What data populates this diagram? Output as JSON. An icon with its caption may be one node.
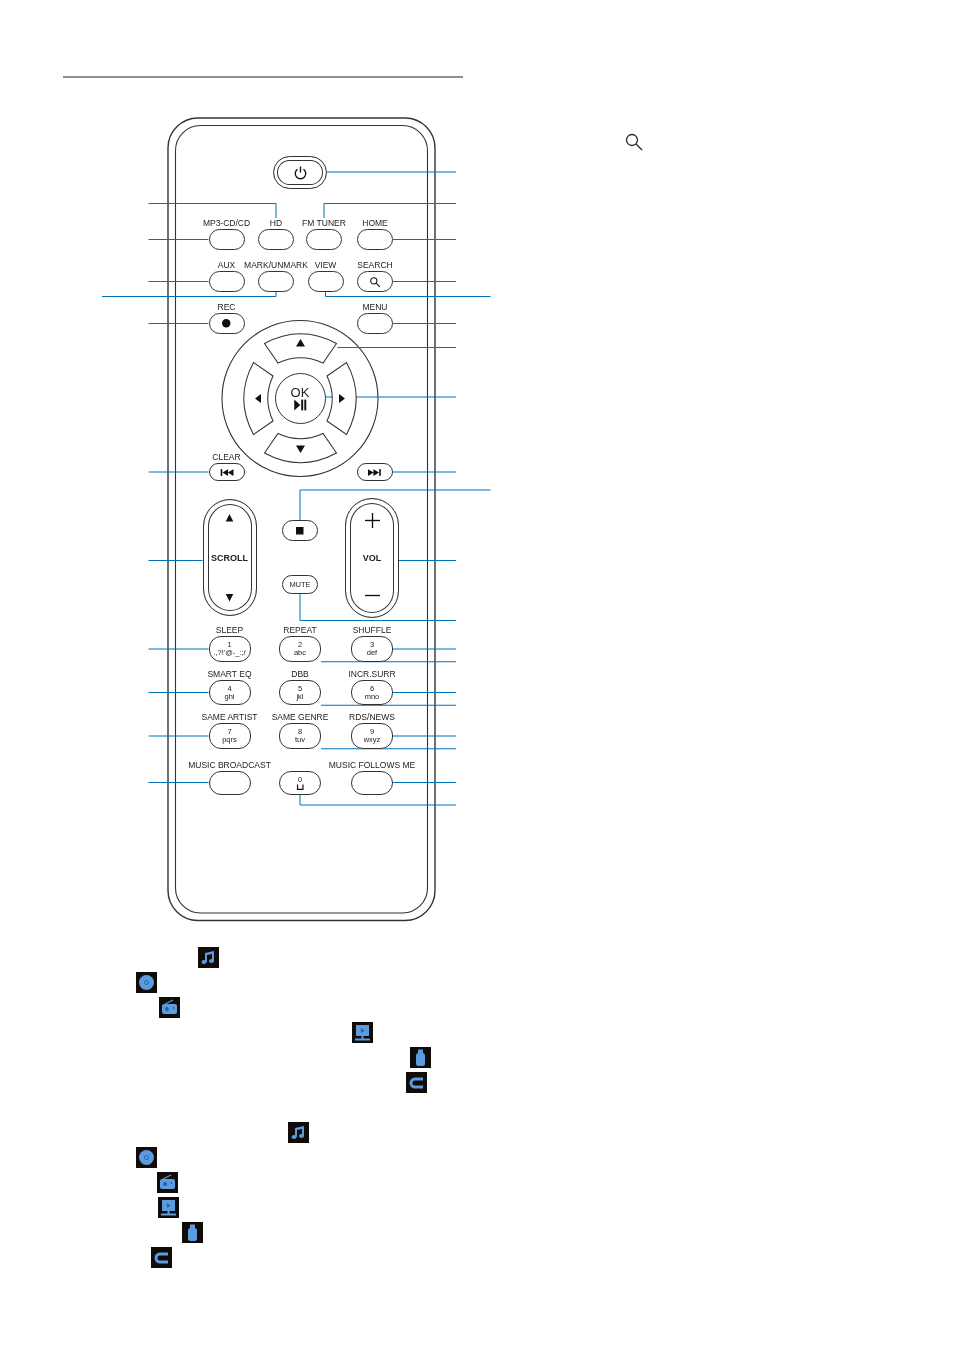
{
  "diagram": {
    "nodes": [
      {
        "text": [],
        "shape": "button"
      },
      {
        "text": [
          "MP3-CD/CD"
        ]
      },
      {
        "text": [
          "HD"
        ]
      },
      {
        "text": [
          "FM TUNER"
        ]
      },
      {
        "text": [
          "HOME"
        ]
      },
      {
        "text": [
          "AUX"
        ]
      },
      {
        "text": [
          "MARK/UNMARK"
        ]
      },
      {
        "text": [
          "VIEW"
        ]
      },
      {
        "text": [
          "SEARCH"
        ]
      },
      {
        "text": [
          "REC"
        ]
      },
      {
        "text": [
          "MENU"
        ]
      },
      {
        "text": [],
        "shape": "button"
      },
      {
        "text": [],
        "shape": "button"
      },
      {
        "text": [
          "OK"
        ]
      },
      {
        "text": [],
        "shape": "button"
      },
      {
        "text": [],
        "shape": "button"
      },
      {
        "text": [
          "CLEAR"
        ]
      },
      {
        "text": [],
        "shape": "button"
      },
      {
        "text": [
          "SCROLL"
        ]
      },
      {
        "text": [],
        "shape": "button"
      },
      {
        "text": [
          "VOL"
        ]
      },
      {
        "text": [
          "MUTE"
        ]
      },
      {
        "text": [
          "SLEEP",
          "1",
          ".,?!'@-_:;/"
        ]
      },
      {
        "text": [
          "REPEAT",
          "2",
          "abc"
        ]
      },
      {
        "text": [
          "SHUFFLE",
          "3",
          "def"
        ]
      },
      {
        "text": [
          "SMART EQ",
          "4",
          "ghi"
        ]
      },
      {
        "text": [
          "DBB",
          "5",
          "jkl"
        ]
      },
      {
        "text": [
          "INCR.SURR",
          "6",
          "mno"
        ]
      },
      {
        "text": [
          "SAME ARTIST",
          "7",
          "pqrs"
        ]
      },
      {
        "text": [
          "SAME GENRE",
          "8",
          "tuv"
        ]
      },
      {
        "text": [
          "RDS/NEWS",
          "9",
          "wxyz"
        ]
      },
      {
        "text": [
          "MUSIC BROADCAST"
        ]
      },
      {
        "text": [
          "0"
        ]
      },
      {
        "text": [
          "MUSIC FOLLOWS ME"
        ]
      }
    ],
    "edges": [
      {
        "from": 0,
        "to": null,
        "arrow": "none"
      },
      {
        "from": 1,
        "to": null,
        "arrow": "none"
      },
      {
        "from": 2,
        "to": null,
        "arrow": "none"
      },
      {
        "from": 3,
        "to": null,
        "arrow": "none"
      },
      {
        "from": 4,
        "to": null,
        "arrow": "none"
      },
      {
        "from": 5,
        "to": null,
        "arrow": "none"
      },
      {
        "from": 6,
        "to": null,
        "arrow": "none"
      },
      {
        "from": 7,
        "to": null,
        "arrow": "none"
      },
      {
        "from": 8,
        "to": null,
        "arrow": "none"
      },
      {
        "from": 9,
        "to": null,
        "arrow": "none"
      },
      {
        "from": 10,
        "to": null,
        "arrow": "none"
      },
      {
        "from": 11,
        "to": null,
        "arrow": "none"
      },
      {
        "from": 13,
        "to": null,
        "arrow": "none"
      },
      {
        "from": 16,
        "to": null,
        "arrow": "none"
      },
      {
        "from": 17,
        "to": null,
        "arrow": "none"
      },
      {
        "from": 18,
        "to": null,
        "arrow": "none"
      },
      {
        "from": 19,
        "to": null,
        "arrow": "none"
      },
      {
        "from": 20,
        "to": null,
        "arrow": "none"
      },
      {
        "from": 21,
        "to": null,
        "arrow": "none"
      },
      {
        "from": 22,
        "to": null,
        "arrow": "none"
      },
      {
        "from": 23,
        "to": null,
        "arrow": "none"
      },
      {
        "from": 24,
        "to": null,
        "arrow": "none"
      },
      {
        "from": 25,
        "to": null,
        "arrow": "none"
      },
      {
        "from": 26,
        "to": null,
        "arrow": "none"
      },
      {
        "from": 27,
        "to": null,
        "arrow": "none"
      },
      {
        "from": 28,
        "to": null,
        "arrow": "none"
      },
      {
        "from": 29,
        "to": null,
        "arrow": "none"
      },
      {
        "from": 30,
        "to": null,
        "arrow": "none"
      },
      {
        "from": 31,
        "to": null,
        "arrow": "none"
      },
      {
        "from": 32,
        "to": null,
        "arrow": "none"
      },
      {
        "from": 33,
        "to": null,
        "arrow": "none"
      }
    ]
  }
}
